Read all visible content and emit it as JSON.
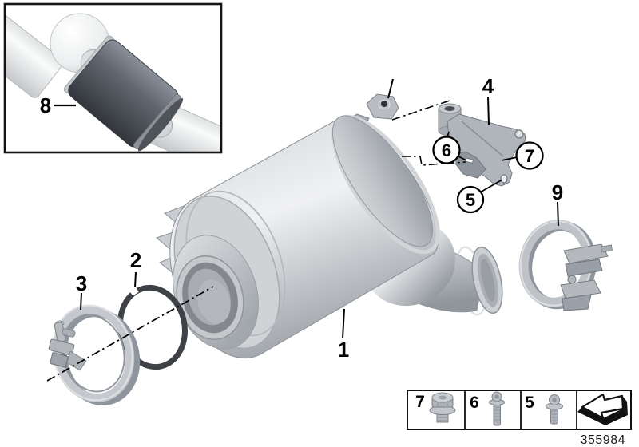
{
  "diagram": {
    "number": "355984",
    "callouts": {
      "converter": "1",
      "gasket_ring": "2",
      "front_clamp": "3",
      "support_bracket": "4",
      "bolt_bracket_lower": "5",
      "bolt_bracket_upper": "6",
      "bolt_bracket_side": "7",
      "catalyst_inset": "8",
      "rear_clamp": "9"
    },
    "legend": {
      "items": [
        {
          "number": "7",
          "icon": "hex-flange-bolt-icon"
        },
        {
          "number": "6",
          "icon": "long-torx-bolt-icon"
        },
        {
          "number": "5",
          "icon": "short-torx-bolt-icon"
        }
      ],
      "arrow_icon": "direction-arrow-icon"
    },
    "colors": {
      "line": "#000000",
      "metal_light": "#eff1f2",
      "metal_mid": "#b9bdc2",
      "metal_dark": "#969ba1",
      "catalyst_dark": "#4d525a",
      "gasket_dark": "#3e4247"
    }
  }
}
